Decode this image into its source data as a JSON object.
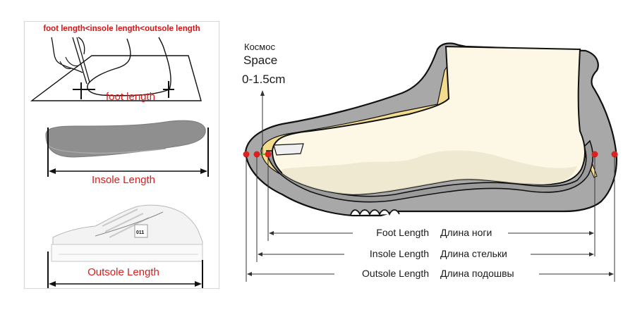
{
  "left_panel": {
    "title": "foot length<insole length<outsole length",
    "foot_section": {
      "label": "foot length"
    },
    "insole_section": {
      "label": "Insole Length"
    },
    "outsole_section": {
      "label": "Outsole Length",
      "shoe_tag": "011"
    }
  },
  "right_diagram": {
    "space_label_ru": "Космос",
    "space_label_en": "Space",
    "space_value": "0-1.5cm",
    "measurements": [
      {
        "en": "Foot Length",
        "ru": "Длина ноги"
      },
      {
        "en": "Insole Length",
        "ru": "Длина стельки"
      },
      {
        "en": "Outsole Length",
        "ru": "Длина подошвы"
      }
    ]
  },
  "colors": {
    "red_text": "#e01b1b",
    "marker_red": "#e02020",
    "sole_gray": "#a5a5a5",
    "foot_cream": "#fdf8e6",
    "insole_yellow": "#f3dc8c",
    "outline": "#111111"
  }
}
